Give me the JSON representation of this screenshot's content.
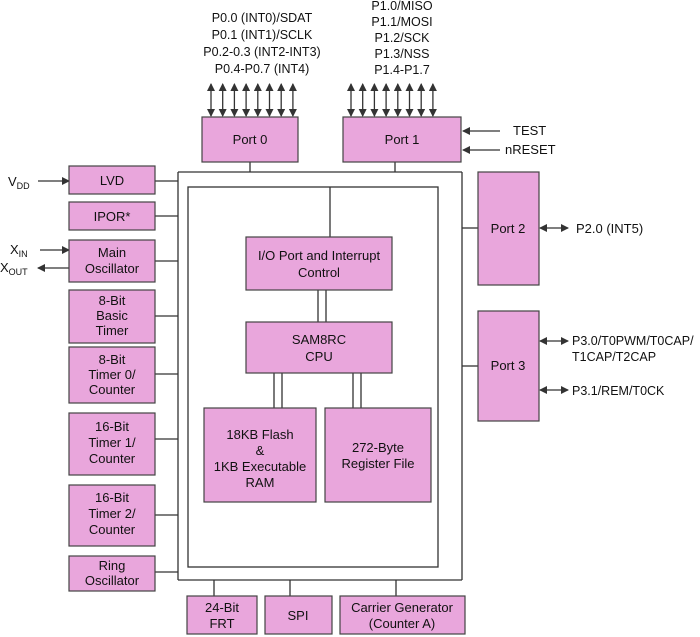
{
  "colors": {
    "block_fill": "#e9a6dc",
    "line": "#333333",
    "frame": "#333333",
    "background": "#ffffff"
  },
  "blocks": {
    "port0": [
      "Port 0"
    ],
    "port1": [
      "Port 1"
    ],
    "port2": [
      "Port 2"
    ],
    "port3": [
      "Port 3"
    ],
    "lvd": [
      "LVD"
    ],
    "ipor": [
      "IPOR*"
    ],
    "main_osc": [
      "Main",
      "Oscillator"
    ],
    "timer_basic": [
      "8-Bit",
      "Basic",
      "Timer"
    ],
    "timer0": [
      "8-Bit",
      "Timer 0/",
      "Counter"
    ],
    "timer1": [
      "16-Bit",
      "Timer 1/",
      "Counter"
    ],
    "timer2": [
      "16-Bit",
      "Timer 2/",
      "Counter"
    ],
    "ring_osc": [
      "Ring",
      "Oscillator"
    ],
    "io_ctrl": [
      "I/O Port and Interrupt",
      "Control"
    ],
    "cpu": [
      "SAM8RC",
      "CPU"
    ],
    "flash": [
      "18KB Flash",
      "&",
      "1KB Executable",
      "RAM"
    ],
    "regfile": [
      "272-Byte",
      "Register File"
    ],
    "frt": [
      "24-Bit",
      "FRT"
    ],
    "spi": [
      "SPI"
    ],
    "carrier": [
      "Carrier Generator",
      "(Counter A)"
    ]
  },
  "pin_labels": {
    "port0": [
      "P0.0 (INT0)/SDAT",
      "P0.1 (INT1)/SCLK",
      "P0.2-0.3 (INT2-INT3)",
      "P0.4-P0.7 (INT4)"
    ],
    "port1": [
      "P1.0/MISO",
      "P1.1/MOSI",
      "P1.2/SCK",
      "P1.3/NSS",
      "P1.4-P1.7"
    ],
    "test": "TEST",
    "nreset": "nRESET",
    "vdd": {
      "main": "V",
      "sub": "DD"
    },
    "xin": {
      "main": "X",
      "sub": "IN"
    },
    "xout": {
      "main": "X",
      "sub": "OUT"
    },
    "p20": "P2.0 (INT5)",
    "p30": [
      "P3.0/T0PWM/T0CAP/",
      "T1CAP/T2CAP"
    ],
    "p31": "P3.1/REM/T0CK"
  }
}
